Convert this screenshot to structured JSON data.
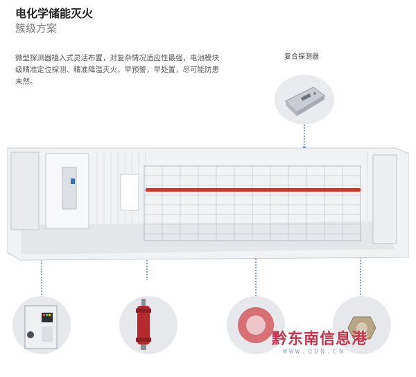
{
  "header": {
    "title": "电化学储能灭火",
    "subtitle": "簇级方案"
  },
  "description": "微型探测器植入式灵活布置，对复杂情况适应性最强，电池模块级精准定位探测、精准降温灭火，早预警，早处置，尽可能防患未然。",
  "callouts": {
    "composite_detector": "复合探测器"
  },
  "watermark": {
    "text": "黔东南信息港",
    "url": "WWW.QDN.CN"
  },
  "colors": {
    "accent_red": "#c0392b",
    "leader_blue": "#3a78c2"
  }
}
